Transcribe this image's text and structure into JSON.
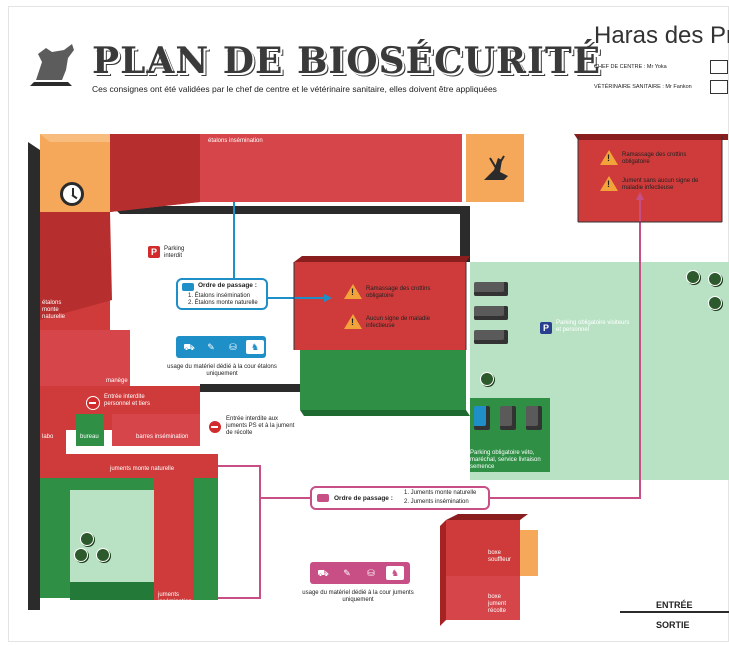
{
  "header": {
    "title": "PLAN DE BIOSÉCURITÉ",
    "subtitle": "Ces consignes ont été validées par le chef de centre et le vétérinaire sanitaire, elles doivent être appliquées",
    "stud_name": "Haras des Prés",
    "chef_label": "CHEF DE CENTRE : Mr Yoka",
    "vet_label": "VÉTÉRINAIRE SANITAIRE : Mr Fankon"
  },
  "zones": {
    "etalons_insemination": "étalons insémination",
    "etalons_monte_naturelle": "étalons monte naturelle",
    "manege": "manège",
    "labo": "labo",
    "bureau": "bureau",
    "barres_insemination": "barres insémination",
    "juments_monte_naturelle": "juments monte naturelle",
    "juments_insemination": "juments insémination artificielle",
    "boxe_souffleur": "boxe souffleur",
    "boxe_jument_recolte": "boxe jument récolte"
  },
  "notes": {
    "parking_interdit": "Parking interdit",
    "entree_interdite_personnel": "Entrée interdite personnel et tiers",
    "entree_interdite_juments": "Entrée interdite aux juments PS et à la jument de récolte",
    "usage_etalons": "usage du matériel dédié à la cour étalons uniquement",
    "usage_juments": "usage du matériel dédié à la cour juments uniquement",
    "ramassage_1": "Ramassage des crottins obligatoire",
    "aucun_signe_1": "Aucun signe de maladie infectieuse",
    "ramassage_2": "Ramassage des crottins obligatoire",
    "jument_sans_signe": "Jument sans aucun signe de maladie infectieuse",
    "parking_visiteurs": "Parking obligatoire visiteurs et personnel",
    "parking_vets": "Parking obligatoire véto, maréchal, service livraison semence"
  },
  "ordre_etalons": {
    "title": "Ordre de passage :",
    "items": [
      "1. Étalons insémination",
      "2. Étalons monte naturelle"
    ]
  },
  "ordre_juments": {
    "title": "Ordre de passage :",
    "items": [
      "1. Juments monte naturelle",
      "2. Juments insémination"
    ]
  },
  "icons": {
    "parking": "P",
    "horse": "horse-icon",
    "tractor": "tractor-icon",
    "tools": "tools-icon",
    "bucket": "bucket-icon"
  },
  "exits": {
    "entree": "ENTRÉE",
    "sortie": "SORTIE"
  },
  "colors": {
    "red": "#cf3b3b",
    "dark_red": "#a52323",
    "orange": "#f6a85a",
    "green": "#2e8f45",
    "light_green": "#b9e2c5",
    "blue": "#1f8fc8",
    "pink": "#c84f86",
    "dark": "#2b2b2b"
  }
}
